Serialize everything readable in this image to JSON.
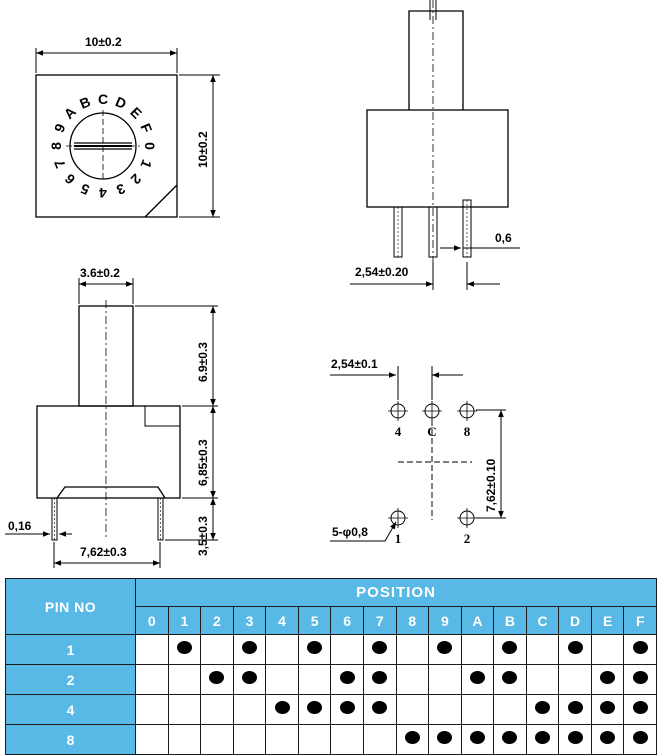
{
  "dimensions": {
    "top_view_width": "10±0.2",
    "top_view_height": "10±0.2",
    "shaft_width": "3.6±0.2",
    "shaft_height": "6.9±0.3",
    "body_height": "6,85±0.3",
    "pin_height": "3,5±0.3",
    "pin_thickness": "0,16",
    "pin_span": "7,62±0.3",
    "pin_width": "0,6",
    "pin_pitch": "2,54±0.20",
    "pcb_pitch": "2,54±0.1",
    "pcb_row_spacing": "7,62±0.10",
    "hole_spec": "5-φ0,8"
  },
  "dial_positions": [
    "0",
    "1",
    "2",
    "3",
    "4",
    "5",
    "6",
    "7",
    "8",
    "9",
    "A",
    "B",
    "C",
    "D",
    "E",
    "F"
  ],
  "pcb_pins": {
    "top_row": [
      "4",
      "C",
      "8"
    ],
    "bottom_row": [
      "1",
      "2"
    ]
  },
  "table": {
    "pin_header": "PIN NO",
    "position_header": "POSITION",
    "columns": [
      "0",
      "1",
      "2",
      "3",
      "4",
      "5",
      "6",
      "7",
      "8",
      "9",
      "A",
      "B",
      "C",
      "D",
      "E",
      "F"
    ],
    "rows": [
      {
        "pin": "1",
        "on": [
          0,
          1,
          0,
          1,
          0,
          1,
          0,
          1,
          0,
          1,
          0,
          1,
          0,
          1,
          0,
          1
        ]
      },
      {
        "pin": "2",
        "on": [
          0,
          0,
          1,
          1,
          0,
          0,
          1,
          1,
          0,
          0,
          1,
          1,
          0,
          0,
          1,
          1
        ]
      },
      {
        "pin": "4",
        "on": [
          0,
          0,
          0,
          0,
          1,
          1,
          1,
          1,
          0,
          0,
          0,
          0,
          1,
          1,
          1,
          1
        ]
      },
      {
        "pin": "8",
        "on": [
          0,
          0,
          0,
          0,
          0,
          0,
          0,
          0,
          1,
          1,
          1,
          1,
          1,
          1,
          1,
          1
        ]
      }
    ]
  }
}
